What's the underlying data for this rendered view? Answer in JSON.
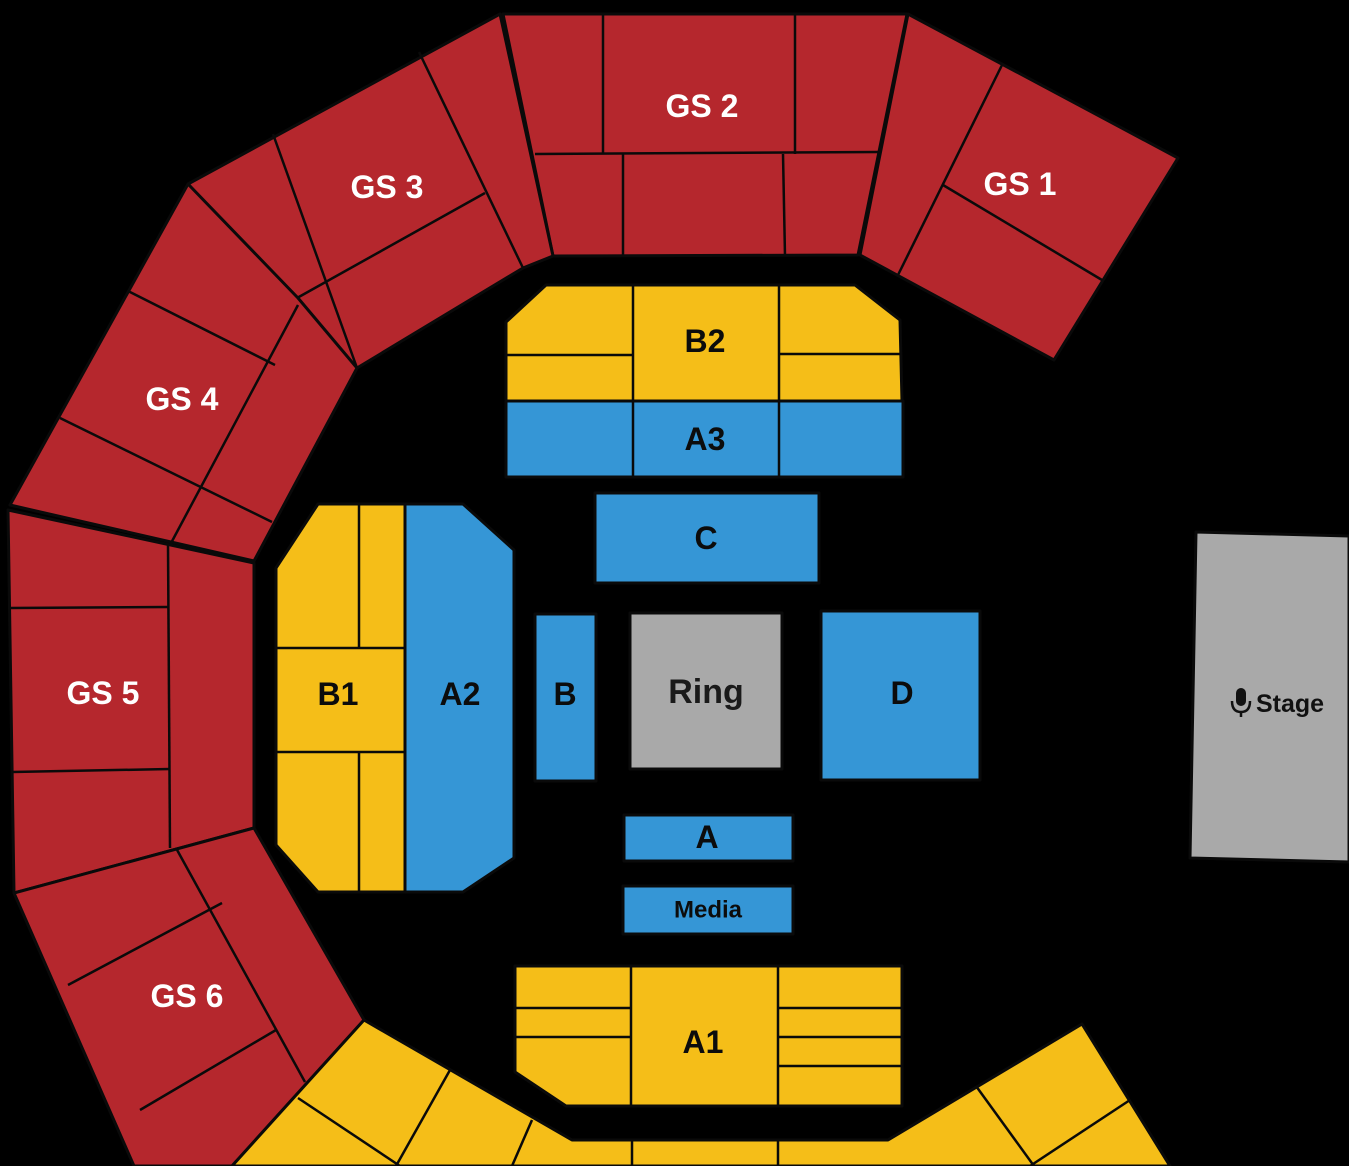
{
  "colors": {
    "background": "#000000",
    "upper_tier": "#b5272d",
    "lower_tier": "#f5be18",
    "floor": "#3596d6",
    "neutral": "#a9a9a9"
  },
  "sections": {
    "gs1": "GS 1",
    "gs2": "GS 2",
    "gs3": "GS 3",
    "gs4": "GS 4",
    "gs5": "GS 5",
    "gs6": "GS 6",
    "b2": "B2",
    "a3": "A3",
    "c": "C",
    "b1": "B1",
    "a2": "A2",
    "b": "B",
    "ring": "Ring",
    "d": "D",
    "a": "A",
    "media": "Media",
    "a1": "A1",
    "stage": "Stage"
  },
  "icons": {
    "stage_icon": "microphone-icon"
  }
}
